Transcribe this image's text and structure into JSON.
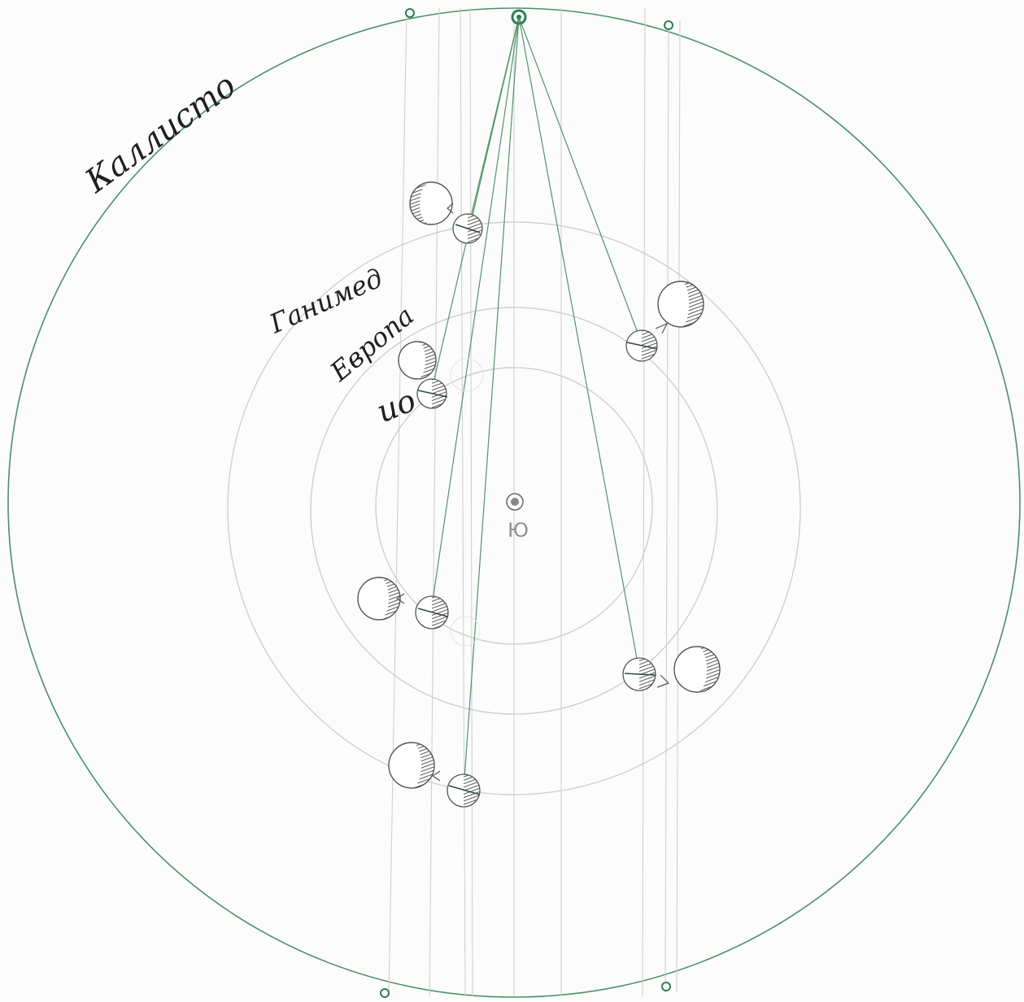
{
  "labels": {
    "callisto": "Каллисто",
    "ganymede": "Ганимед",
    "europa": "Европа",
    "io": "ио",
    "jupiter": "Ю"
  },
  "colors": {
    "paper": "#fcfcfc",
    "pencil": "#c8c8c8",
    "green_ink": "#2e7d4f",
    "dark_ink": "#1f1f1f",
    "hatch": "#555555"
  },
  "icons": {
    "observer": "observer-point-icon",
    "jupiter": "jupiter-icon",
    "moon": "moon-phase-icon"
  }
}
